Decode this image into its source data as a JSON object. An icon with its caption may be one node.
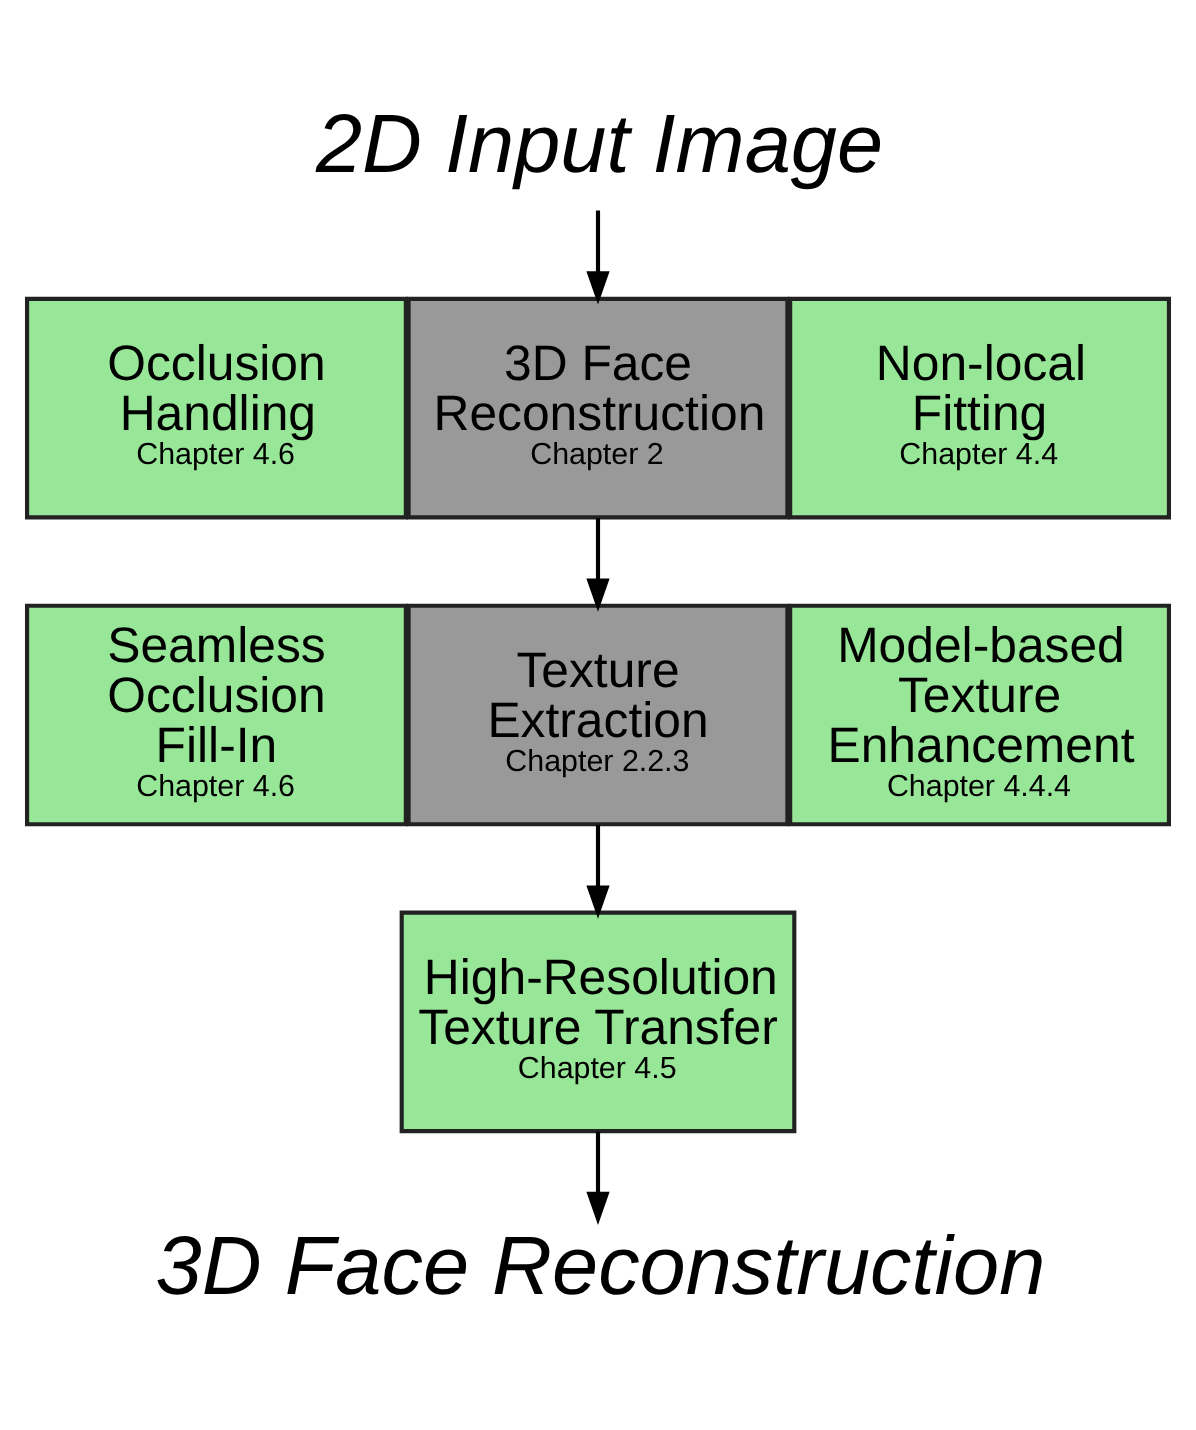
{
  "diagram": {
    "nodes": [
      {
        "text": [
          "2D Input Image"
        ]
      },
      {
        "text": [
          "Occlusion Handling",
          "Chapter 4.6"
        ]
      },
      {
        "text": [
          "3D Face Reconstruction",
          "Chapter 2"
        ]
      },
      {
        "text": [
          "Non-local Fitting",
          "Chapter 4.4"
        ]
      },
      {
        "text": [
          "Seamless Occlusion Fill-In",
          "Chapter 4.6"
        ]
      },
      {
        "text": [
          "Texture Extraction",
          "Chapter 2.2.3"
        ]
      },
      {
        "text": [
          "Model-based Texture Enhancement",
          "Chapter 4.4.4"
        ]
      },
      {
        "text": [
          "High-Resolution Texture Transfer",
          "Chapter 4.5"
        ]
      },
      {
        "text": [
          "3D Face Reconstruction"
        ]
      }
    ],
    "edges": [
      {
        "from": 0,
        "to": 2,
        "arrow": "to"
      },
      {
        "from": 2,
        "to": 5,
        "arrow": "to"
      },
      {
        "from": 5,
        "to": 7,
        "arrow": "to"
      },
      {
        "from": 7,
        "to": 8,
        "arrow": "to"
      }
    ]
  }
}
